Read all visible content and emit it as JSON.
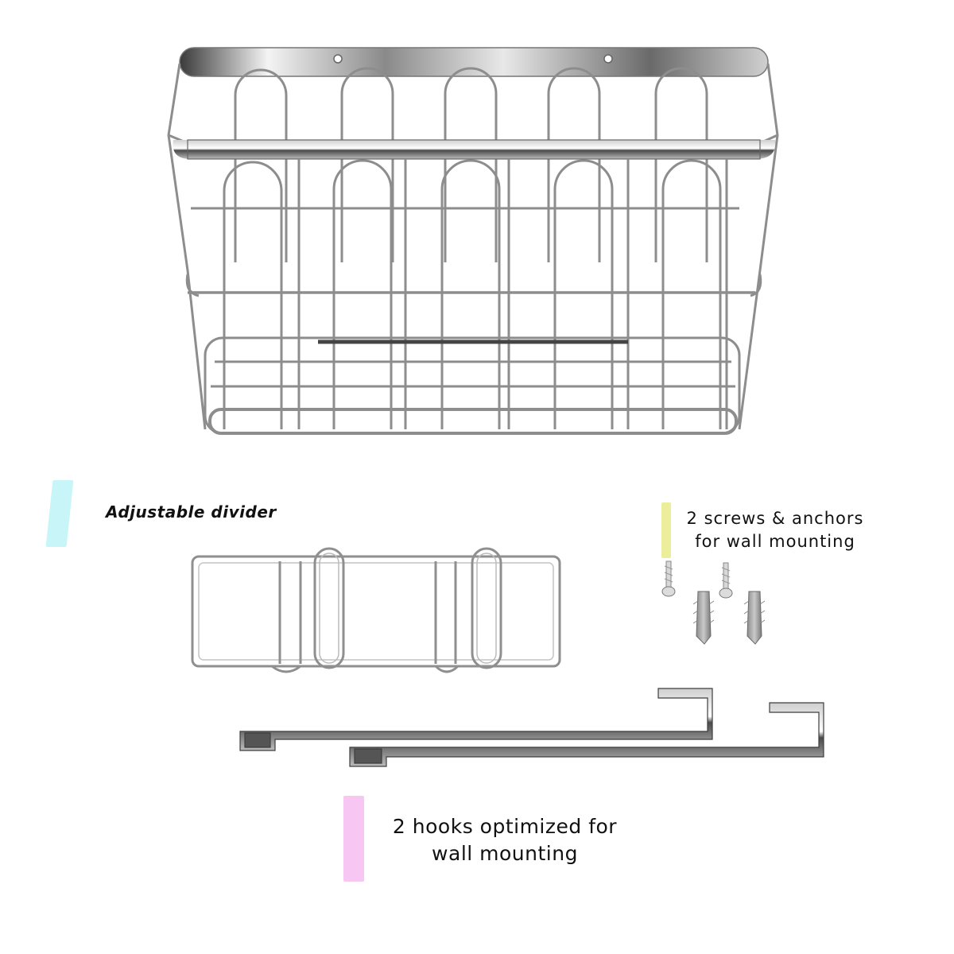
{
  "labels": {
    "divider": "Adjustable divider",
    "screws_line1": "2 screws & anchors",
    "screws_line2": "for wall mounting",
    "hooks_line1": "2 hooks optimized for",
    "hooks_line2": "wall mounting"
  },
  "colors": {
    "marker_cyan": "#c8f6f8",
    "marker_yellow": "#ecee9c",
    "marker_pink": "#f7c6f3",
    "chrome": "#9a9a9a",
    "chrome_dark": "#555555"
  },
  "icons": {
    "basket": "wire-basket-icon",
    "divider": "wire-divider-icon",
    "screw": "screw-icon",
    "anchor": "wall-anchor-icon",
    "hook": "metal-hook-icon"
  }
}
